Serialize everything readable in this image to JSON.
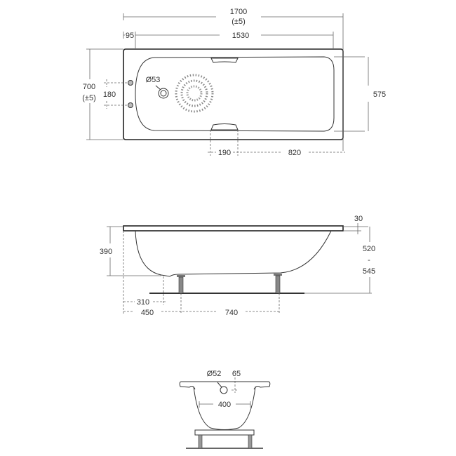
{
  "plan_view": {
    "overall_length": "1700",
    "length_tolerance": "(±5)",
    "rim_to_tap": "95",
    "inner_length": "1530",
    "overall_width": "700",
    "width_tolerance": "(±5)",
    "tap_centres": "180",
    "waste_diameter": "Ø53",
    "inner_width": "575",
    "handle_width": "190",
    "handle_to_end": "820"
  },
  "side_view": {
    "rim_thickness": "30",
    "depth": "390",
    "height_min": "520",
    "height_separator": "-",
    "height_max": "545",
    "end_to_waste": "310",
    "end_to_leg": "450",
    "leg_spacing": "740"
  },
  "end_view": {
    "waste_diameter": "Ø52",
    "waste_offset": "65",
    "base_width": "400"
  }
}
